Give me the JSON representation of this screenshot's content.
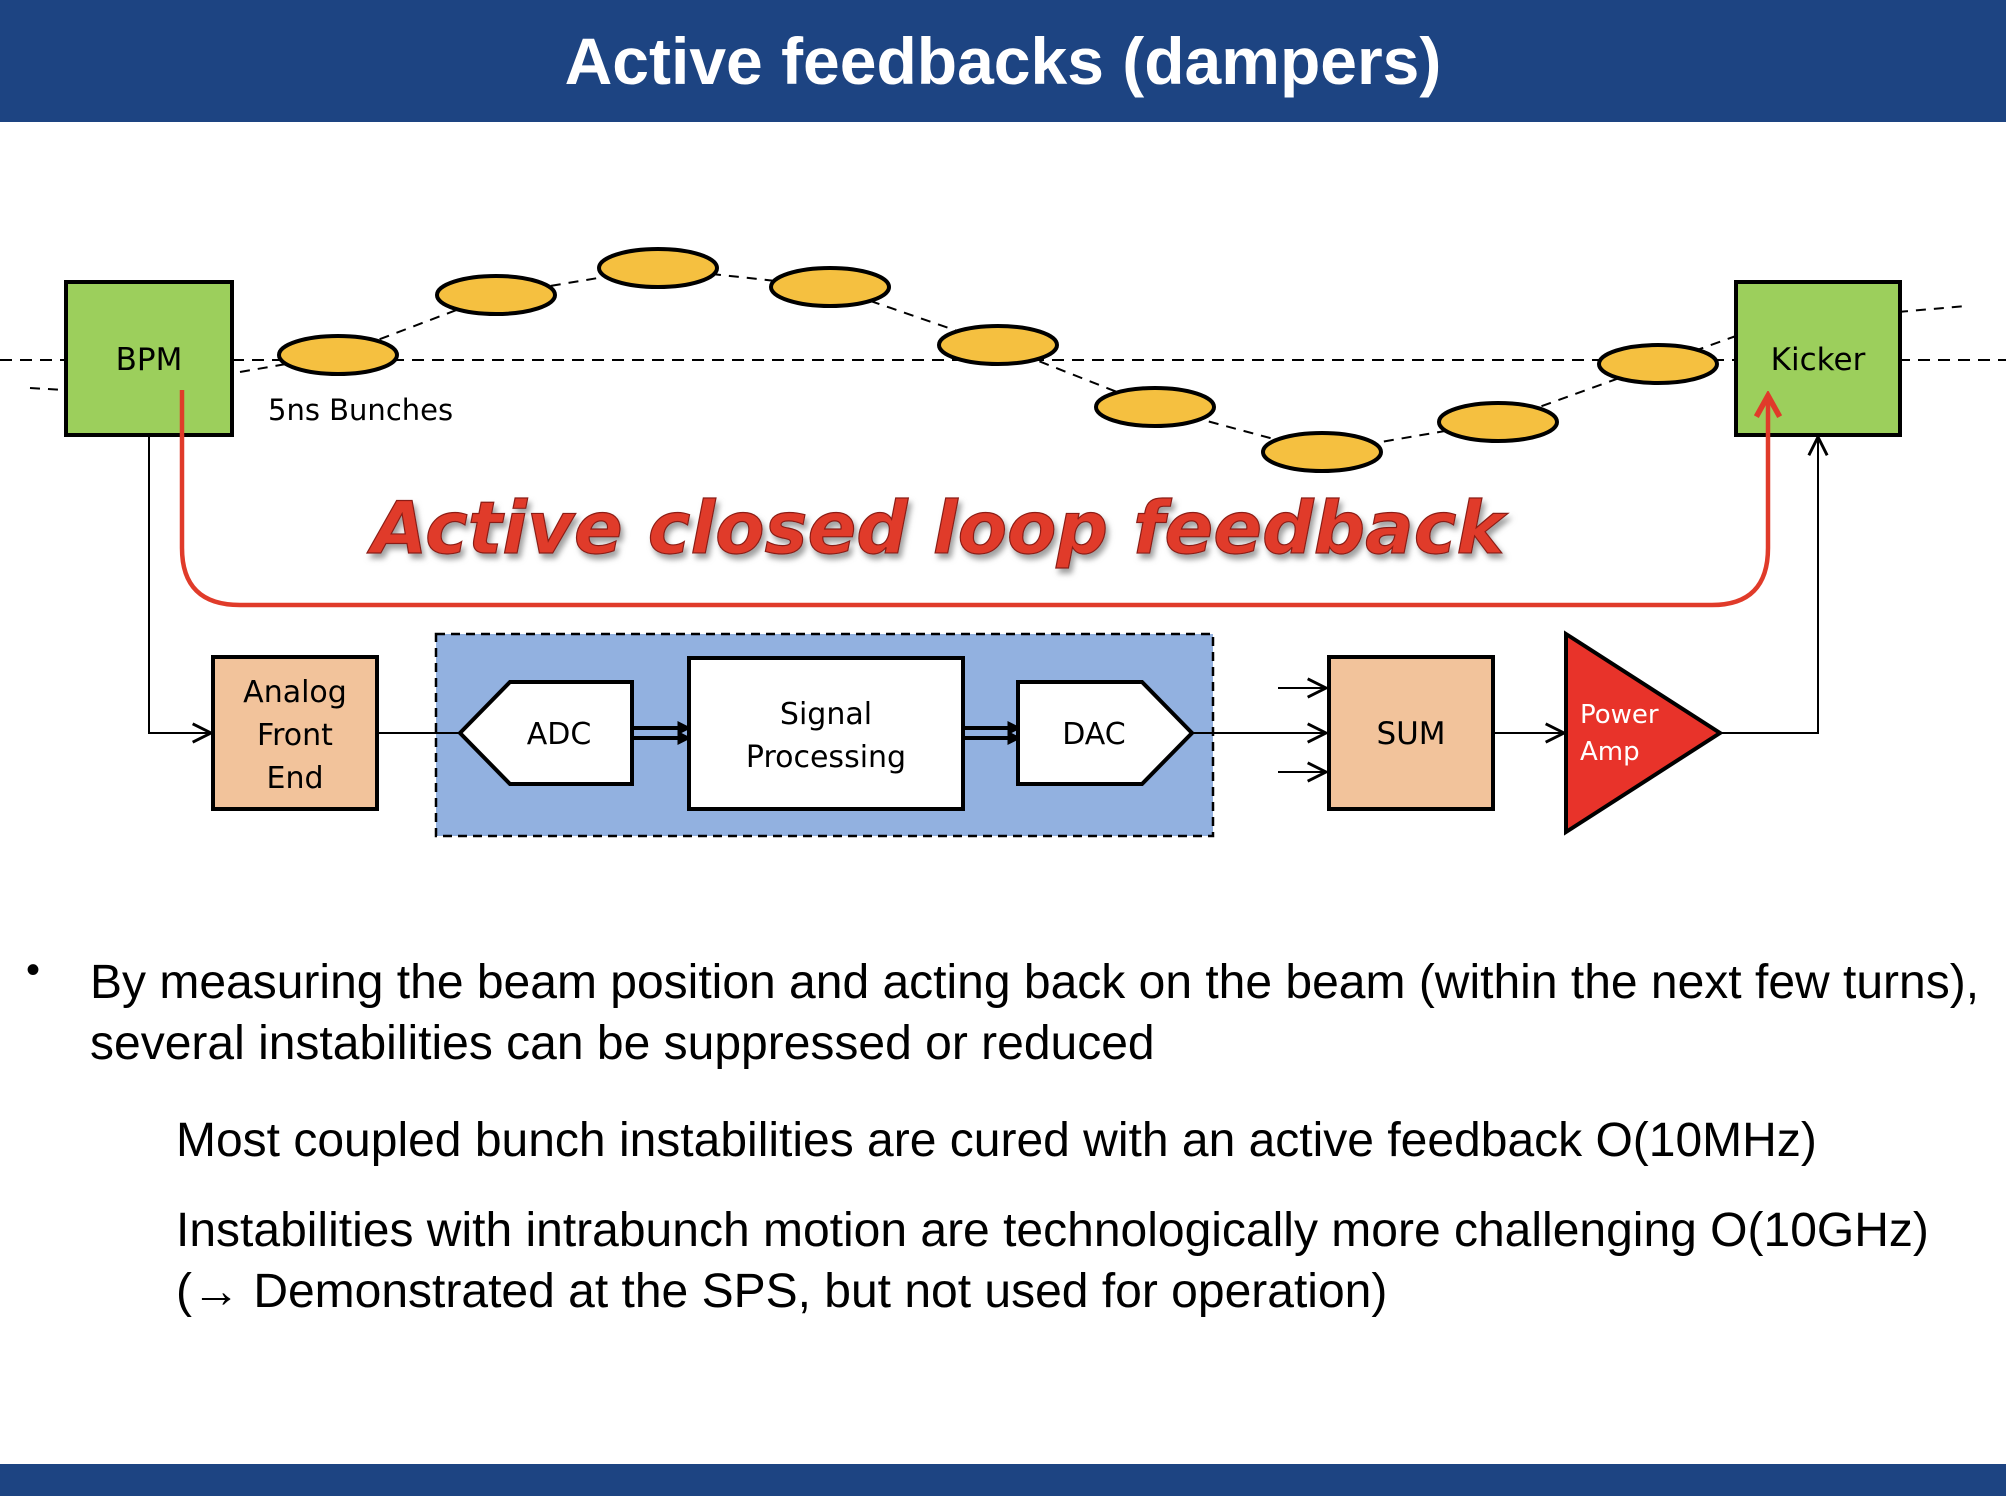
{
  "title": "Active feedbacks (dampers)",
  "colors": {
    "header_bar": "#1d4482",
    "green_box": "#9ccf5c",
    "peach_box": "#f2c39b",
    "dsp_region": "#92b1e0",
    "bunch": "#f5c040",
    "loop_red": "#e03b2a",
    "amp_red": "#e8332a"
  },
  "diagram": {
    "bpm": "BPM",
    "kicker": "Kicker",
    "bunches_label": "5ns Bunches",
    "loop_label": "Active closed loop feedback",
    "analog_front_end": [
      "Analog",
      "Front",
      "End"
    ],
    "adc": "ADC",
    "signal_processing": [
      "Signal",
      "Processing"
    ],
    "dac": "DAC",
    "sum": "SUM",
    "power_amp": [
      "Power",
      "Amp"
    ]
  },
  "bullets": {
    "main": "By measuring the beam position and acting back on the beam (within the next few turns), several instabilities can be suppressed or reduced",
    "sub": [
      "Most coupled bunch instabilities are cured with an active feedback O(10MHz)",
      "Instabilities with intrabunch motion are technologically more challenging O(10GHz) (→ Demonstrated at the SPS, but not used for operation)"
    ]
  }
}
